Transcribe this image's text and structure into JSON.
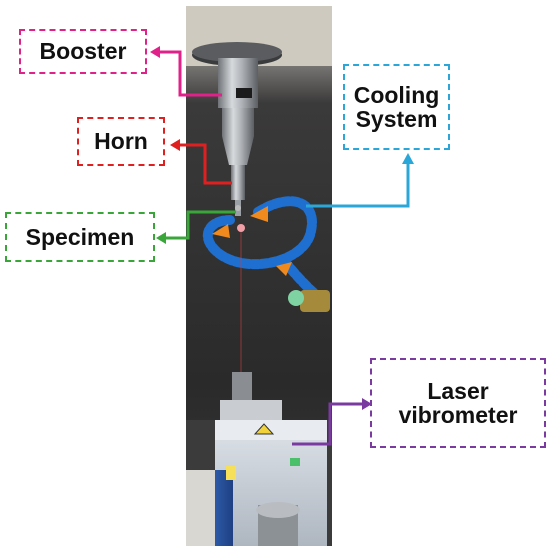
{
  "labels": {
    "booster": {
      "text": "Booster",
      "color": "#e0218a"
    },
    "horn": {
      "text": "Horn",
      "color": "#e02020"
    },
    "specimen": {
      "text": "Specimen",
      "color": "#3aa63a"
    },
    "cooling": {
      "line1": "Cooling",
      "line2": "System",
      "color": "#2aa7d8"
    },
    "laser": {
      "line1": "Laser",
      "line2": "vibrometer",
      "color": "#7a3aa0"
    }
  }
}
